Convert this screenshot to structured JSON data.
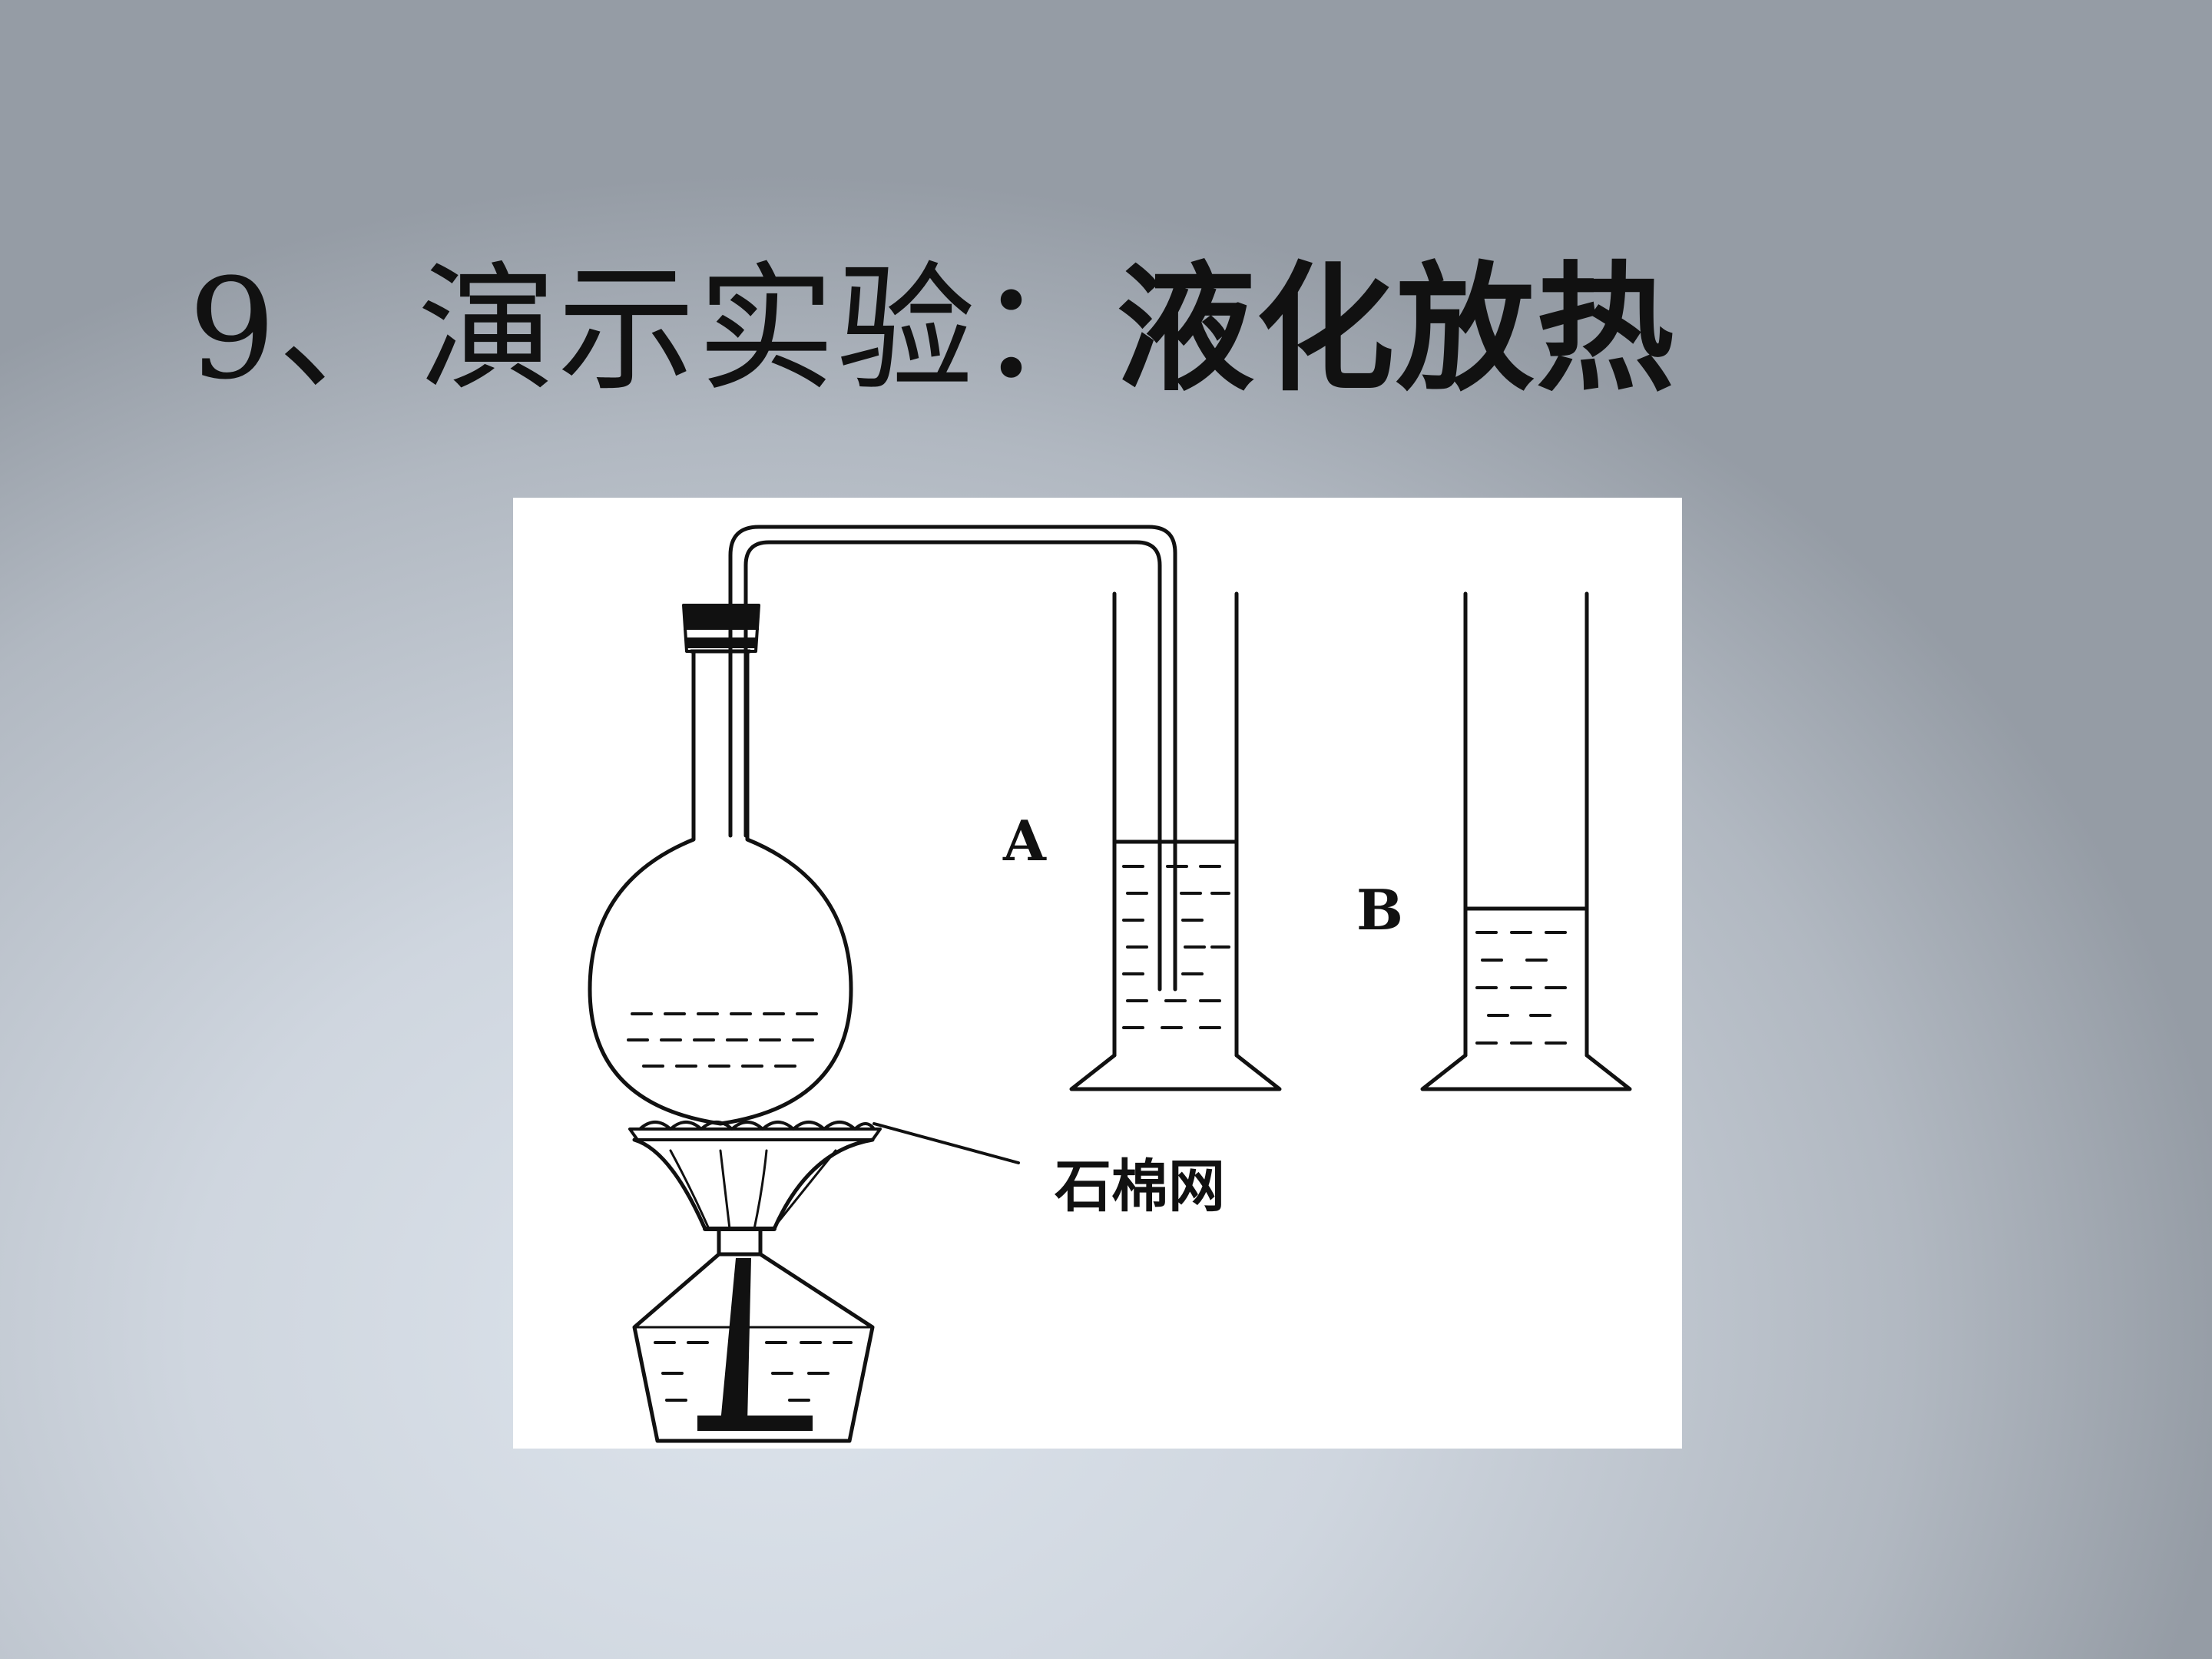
{
  "slide": {
    "title_prefix": "9、演示实验：",
    "title_emphasis": "液化放热"
  },
  "diagram": {
    "label_a": "A",
    "label_b": "B",
    "callout_asbestos_gauze": "石棉网"
  }
}
